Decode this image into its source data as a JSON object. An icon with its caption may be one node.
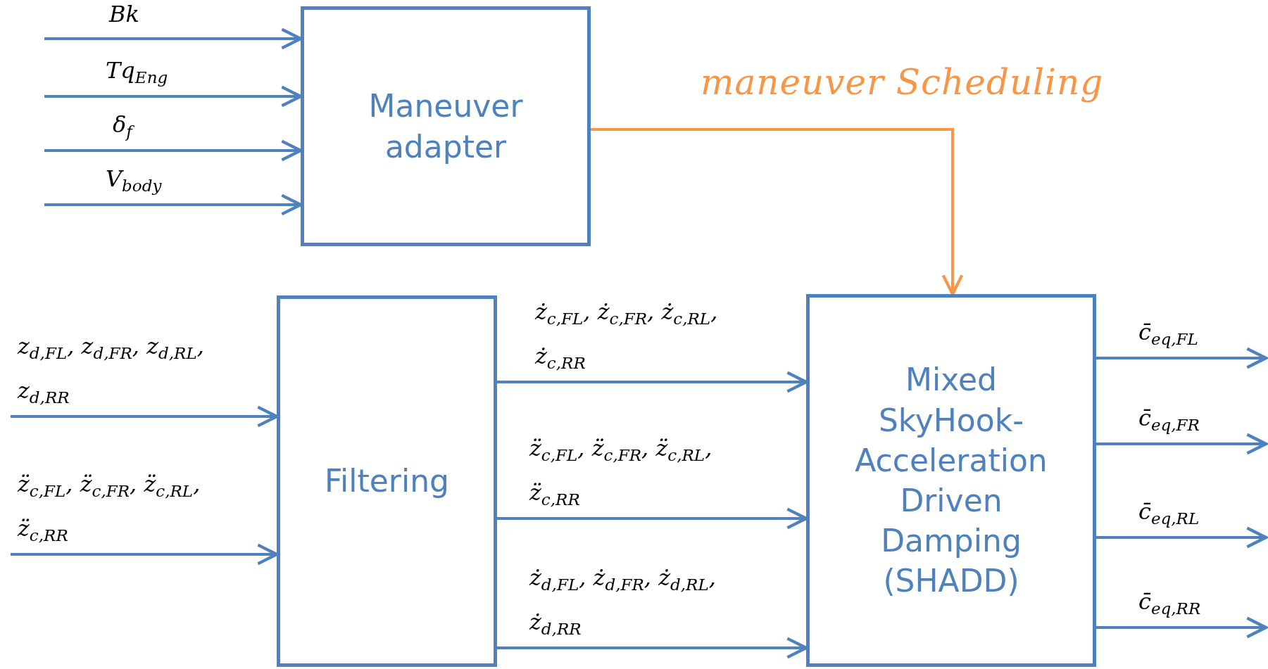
{
  "diagram": {
    "nodes": [
      {
        "text": [
          "Maneuver adapter"
        ]
      },
      {
        "text": [
          "Filtering"
        ]
      },
      {
        "text": [
          "Mixed SkyHook-Acceleration Driven Damping (SHADD)"
        ]
      }
    ],
    "edges": [
      {
        "from": null,
        "to": 0,
        "arrow": "to",
        "label": "Bk"
      },
      {
        "from": null,
        "to": 0,
        "arrow": "to",
        "label": "Tq$_{Eng}$"
      },
      {
        "from": null,
        "to": 0,
        "arrow": "to",
        "label": "δ$_{f}$"
      },
      {
        "from": null,
        "to": 0,
        "arrow": "to",
        "label": "V$_{body}$"
      },
      {
        "from": 0,
        "to": 2,
        "arrow": "to",
        "label": "maneuver Scheduling",
        "color": "#f79646"
      },
      {
        "from": null,
        "to": 1,
        "arrow": "to",
        "label": "z$_{d,FL}$, z$_{d,FR}$, z$_{d,RL}$, z$_{d,RR}$"
      },
      {
        "from": null,
        "to": 1,
        "arrow": "to",
        "label": "z̈$_{c,FL}$, z̈$_{c,FR}$, z̈$_{c,RL}$, z̈$_{c,RR}$"
      },
      {
        "from": 1,
        "to": 2,
        "arrow": "to",
        "label": "ż$_{c,FL}$, ż$_{c,FR}$, ż$_{c,RL}$, ż$_{c,RR}$"
      },
      {
        "from": 1,
        "to": 2,
        "arrow": "to",
        "label": "z̈$_{c,FL}$, z̈$_{c,FR}$, z̈$_{c,RL}$, z̈$_{c,RR}$"
      },
      {
        "from": 1,
        "to": 2,
        "arrow": "to",
        "label": "ż$_{d,FL}$, ż$_{d,FR}$, ż$_{d,RL}$, ż$_{d,RR}$"
      },
      {
        "from": 2,
        "to": null,
        "arrow": "to",
        "label": "c̄$_{eq,FL}$"
      },
      {
        "from": 2,
        "to": null,
        "arrow": "to",
        "label": "c̄$_{eq,FR}$"
      },
      {
        "from": 2,
        "to": null,
        "arrow": "to",
        "label": "c̄$_{eq,RL}$"
      },
      {
        "from": 2,
        "to": null,
        "arrow": "to",
        "label": "c̄$_{eq,RR}$"
      }
    ]
  }
}
